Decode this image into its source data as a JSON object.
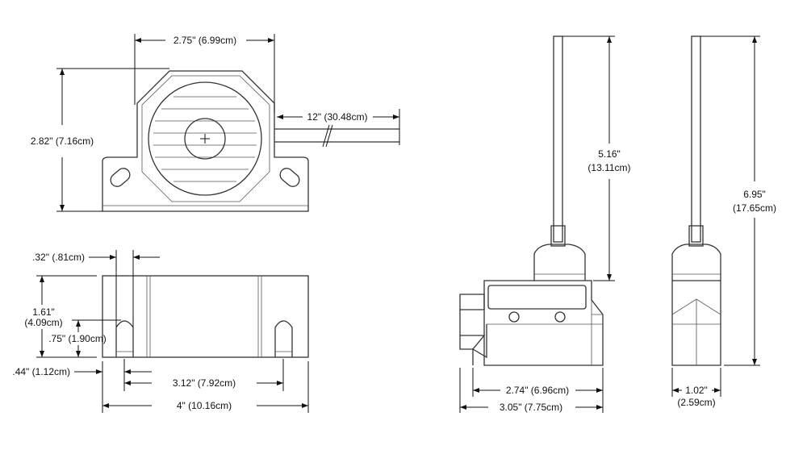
{
  "front_view": {
    "width_label": "2.75\" (6.99cm)",
    "height_label": "2.82\" (7.16cm)",
    "cable_label": "12\" (30.48cm)"
  },
  "bottom_view": {
    "slot_width_label": ".32\" (.81cm)",
    "depth_label_in": "1.61\"",
    "depth_label_cm": "(4.09cm)",
    "slot_height_label": ".75\" (1.90cm)",
    "slot_offset_label": ".44\" (1.12cm)",
    "slot_spacing_label": "3.12\" (7.92cm)",
    "overall_width_label": "4\" (10.16cm)"
  },
  "switch_front": {
    "rod_height_in": "5.16\"",
    "rod_height_cm": "(13.11cm)",
    "body_width_label": "2.74\" (6.96cm)",
    "overall_width_label": "3.05\" (7.75cm)"
  },
  "switch_side": {
    "overall_height_in": "6.95\"",
    "overall_height_cm": "(17.65cm)",
    "width_in": "1.02\"",
    "width_cm": "(2.59cm)"
  }
}
